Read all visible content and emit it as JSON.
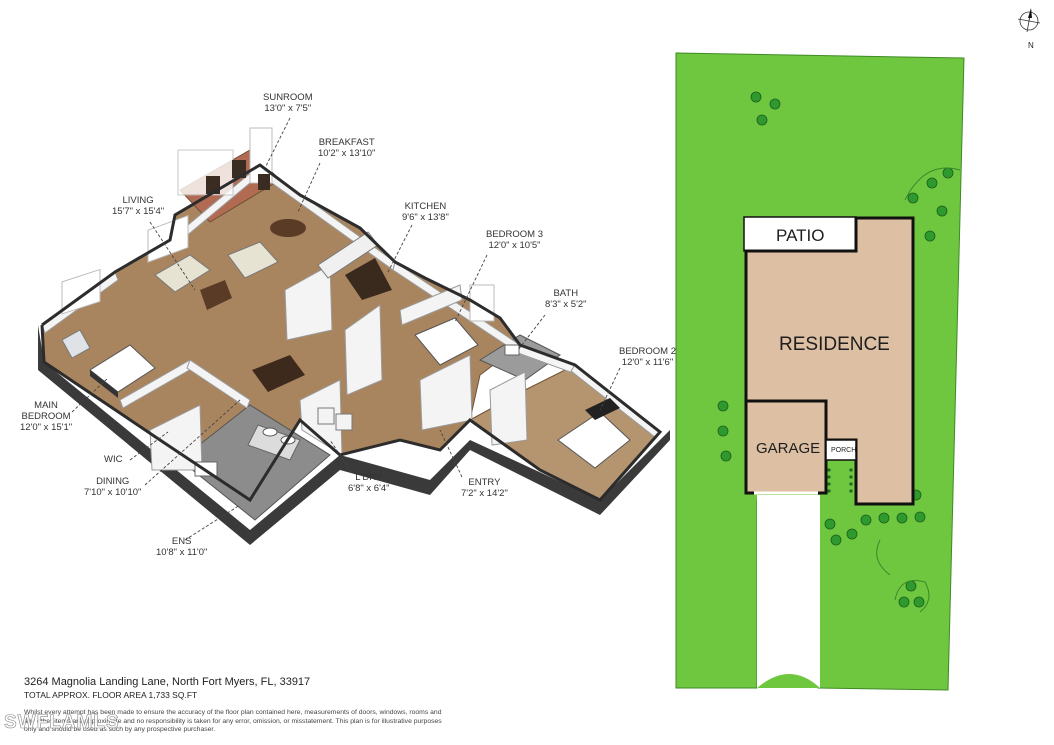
{
  "rooms": [
    {
      "name": "SUNROOM",
      "dim": "13'0\" x 7'5\""
    },
    {
      "name": "BREAKFAST",
      "dim": "10'2\" x 13'10\""
    },
    {
      "name": "LIVING",
      "dim": "15'7\" x 15'4\""
    },
    {
      "name": "KITCHEN",
      "dim": "9'6\" x 13'8\""
    },
    {
      "name": "BEDROOM 3",
      "dim": "12'0\" x 10'5\""
    },
    {
      "name": "BATH",
      "dim": "8'3\" x 5'2\""
    },
    {
      "name": "BEDROOM 2",
      "dim": "12'0\" x 11'6\""
    },
    {
      "name": "MAIN BEDROOM",
      "name_l1": "MAIN",
      "name_l2": "BEDROOM",
      "dim": "12'0\" x 15'1\""
    },
    {
      "name": "WIC",
      "dim": ""
    },
    {
      "name": "DINING",
      "dim": "7'10\" x 10'10\""
    },
    {
      "name": "L'DRY",
      "dim": "6'8\" x 6'4\""
    },
    {
      "name": "ENTRY",
      "dim": "7'2\" x 14'2\""
    },
    {
      "name": "ENS",
      "dim": "10'8\" x 11'0\""
    }
  ],
  "footer": {
    "address": "3264 Magnolia Landing Lane, North Fort Myers, FL, 33917",
    "area": "TOTAL APPROX. FLOOR AREA 1,733 SQ.FT",
    "disclaimer": "Whilst every attempt has been made to ensure the accuracy of the floor plan contained here, measurements of doors, windows, rooms and any other items are approximate and no responsibility is taken for any error, omission, or misstatement. This plan is for illustrative purposes only and should be used as such by any prospective purchaser.",
    "watermark": "SWFLAMLS"
  },
  "site_plan": {
    "patio": "PATIO",
    "residence": "RESIDENCE",
    "garage": "GARAGE",
    "porch": "PORCH",
    "compass": "N"
  },
  "colors": {
    "lot_green": "#6fc63f",
    "residence_fill": "#ddbfa4",
    "outline": "#111111",
    "floor_wood": "#a88462",
    "floor_tile": "#8a8a8a",
    "wall": "#f2f2f2"
  }
}
